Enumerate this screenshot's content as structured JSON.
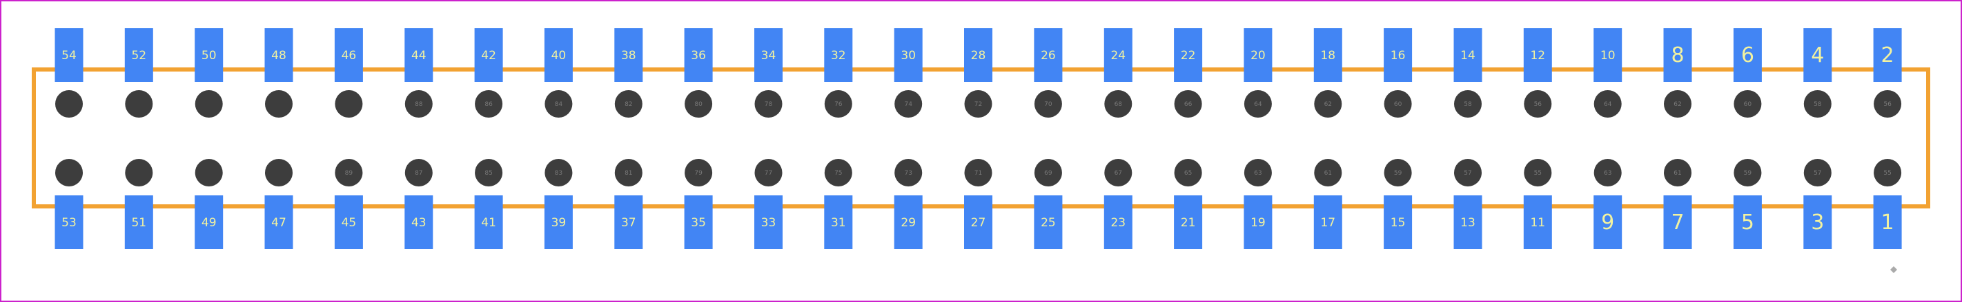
{
  "colors": {
    "background": "#ffffff",
    "border": "#cc22cc",
    "outline": "#f2a232",
    "pad": "#4285f4",
    "hole": "#3d3d3d",
    "pad_label": "#f2f2a0",
    "hole_label": "#777777",
    "origin_marker": "#aaaaaa"
  },
  "top_pads": [
    "54",
    "52",
    "50",
    "48",
    "46",
    "44",
    "42",
    "40",
    "38",
    "36",
    "34",
    "32",
    "30",
    "28",
    "26",
    "24",
    "22",
    "20",
    "18",
    "16",
    "14",
    "12",
    "10",
    "8",
    "6",
    "4",
    "2"
  ],
  "bottom_pads": [
    "53",
    "51",
    "49",
    "47",
    "45",
    "43",
    "41",
    "39",
    "37",
    "35",
    "33",
    "31",
    "29",
    "27",
    "25",
    "23",
    "21",
    "19",
    "17",
    "15",
    "13",
    "11",
    "9",
    "7",
    "5",
    "3",
    "1"
  ],
  "top_hole_labels": [
    "",
    "",
    "",
    "",
    "",
    "88",
    "86",
    "84",
    "82",
    "80",
    "78",
    "76",
    "74",
    "72",
    "70",
    "68",
    "66",
    "64",
    "62",
    "60",
    "58",
    "56",
    "64",
    "62",
    "60",
    "58",
    "56"
  ],
  "bottom_hole_labels": [
    "",
    "",
    "",
    "",
    "89",
    "87",
    "85",
    "83",
    "81",
    "79",
    "77",
    "75",
    "73",
    "71",
    "69",
    "67",
    "65",
    "63",
    "61",
    "59",
    "57",
    "55",
    "63",
    "61",
    "59",
    "57",
    "55"
  ]
}
